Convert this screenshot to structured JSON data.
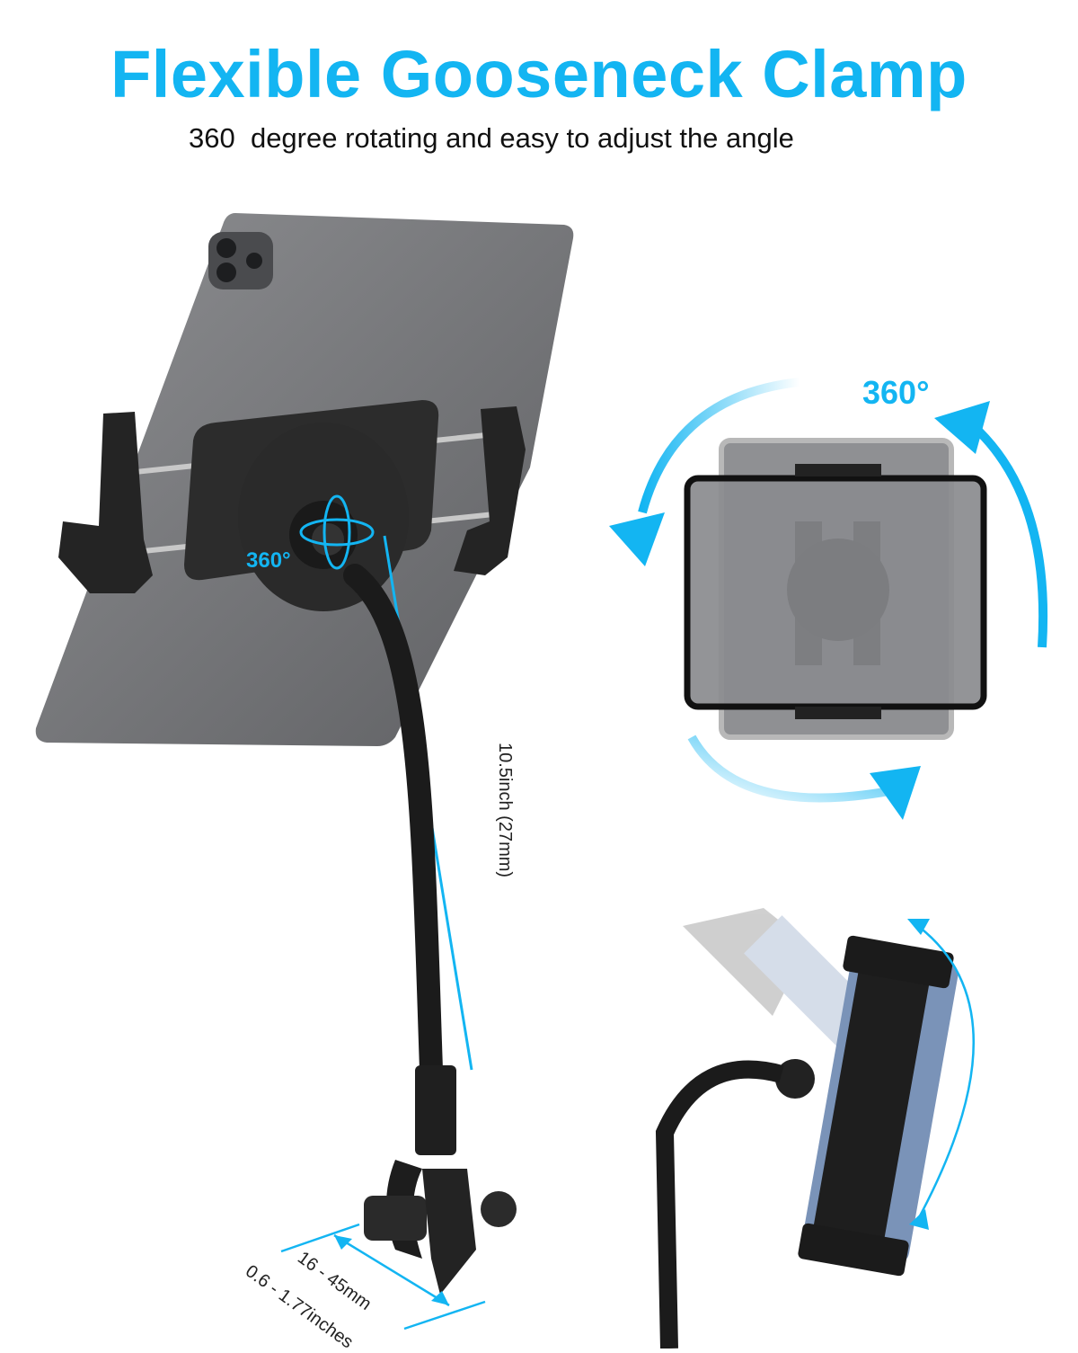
{
  "header": {
    "title": "Flexible Gooseneck Clamp",
    "subtitle": "360  degree rotating and easy to adjust the angle"
  },
  "labels": {
    "swivel_angle": "360°",
    "rotation_angle": "360°",
    "gooseneck_length": "10.5inch (27mm)",
    "clamp_range_mm": "16 - 45mm",
    "clamp_range_in": "0.6 - 1.77inches"
  },
  "colors": {
    "accent": "#13b5f2",
    "text": "#111111",
    "product": "#1c1c1c",
    "tablet": "#7a7b7e"
  },
  "icons": [
    "rotate-arrows-icon",
    "swivel-arrows-icon",
    "dimension-arrow-icon",
    "tilt-arrow-icon"
  ]
}
